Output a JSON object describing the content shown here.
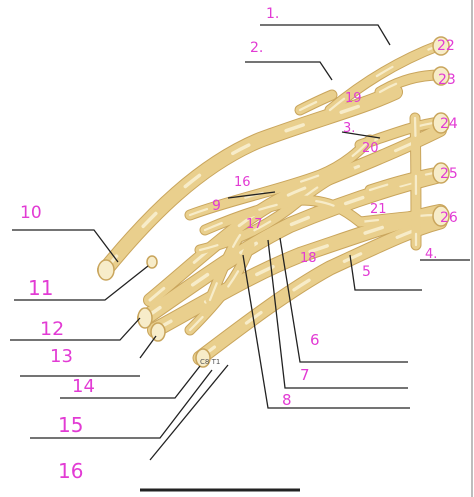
{
  "colors": {
    "nerve_fill": "#e9cf8d",
    "nerve_edge": "#c9a55c",
    "nerve_highlight": "#f7ecc9",
    "leader": "#222222",
    "handwriting": "#e23bd4",
    "background": "#ffffff",
    "right_edge": "#bdbdbd"
  },
  "labels": [
    "1.",
    "2.",
    "3.",
    "4.",
    "5",
    "6",
    "7",
    "8",
    "9",
    "10",
    "11",
    "12",
    "13",
    "14",
    "15",
    "16",
    "16",
    "17",
    "18",
    "19",
    "20",
    "21",
    "22",
    "23",
    "24",
    "25",
    "26"
  ],
  "printed_tag": "C8 T1"
}
